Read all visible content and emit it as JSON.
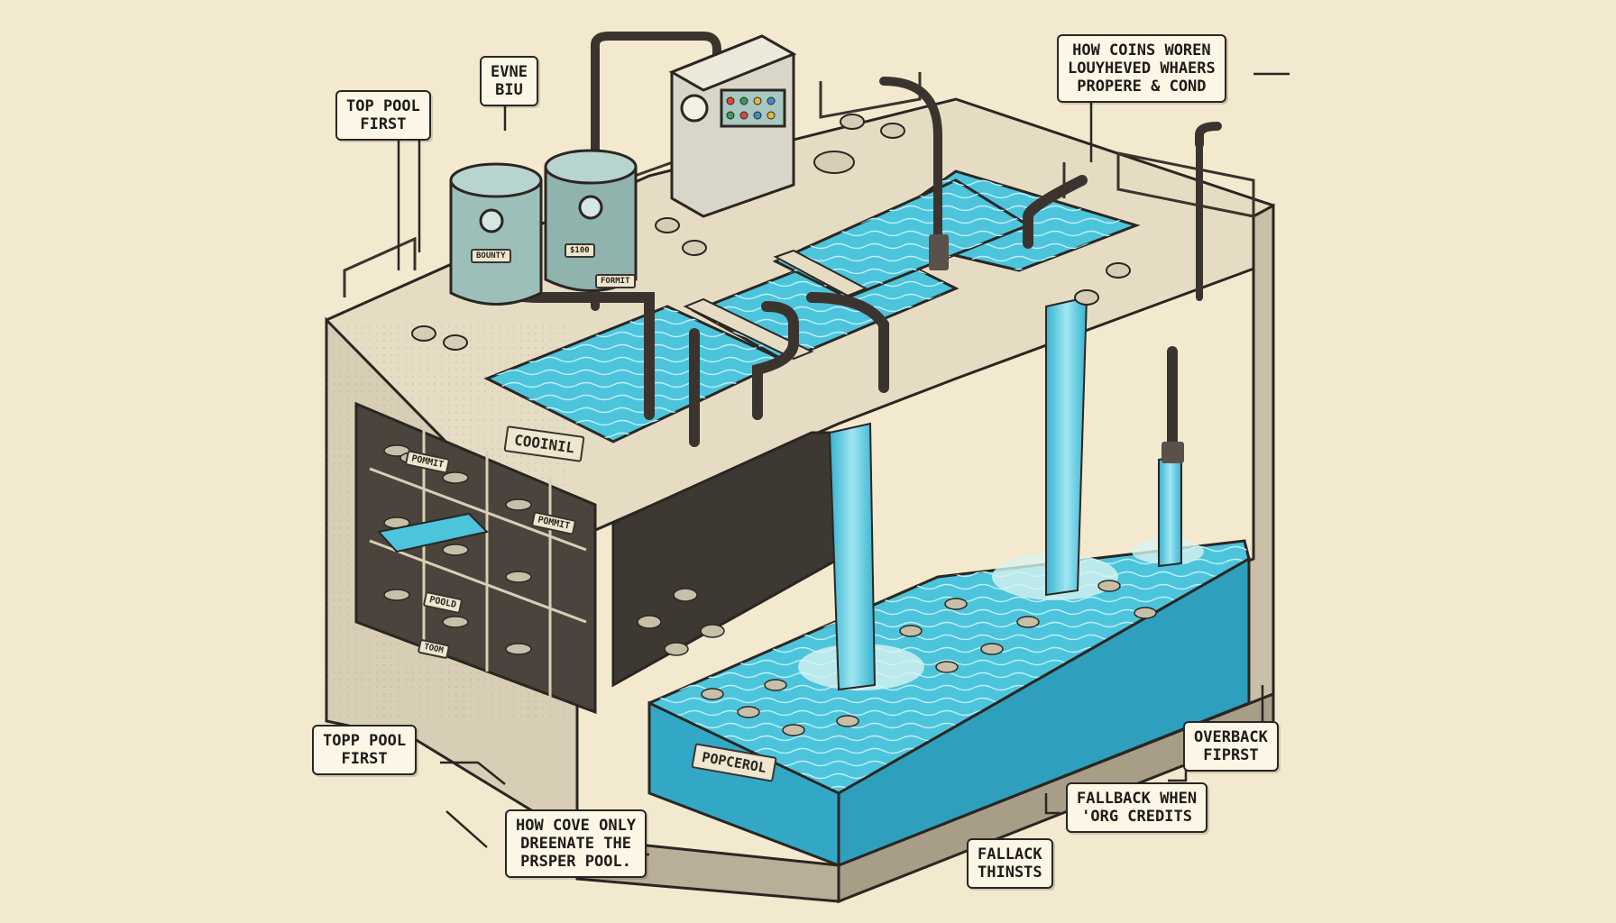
{
  "labels": {
    "top_pool_first_upper": [
      "TOP POOL",
      "FIRST"
    ],
    "evne_biu": [
      "EVNE",
      "BIU"
    ],
    "how_coins_woren": [
      "HOW COINS WOREN",
      "LOUYHEVED WHAERS",
      "PROPERE & COND"
    ],
    "topp_pool_first_lower": [
      "TOPP POOL",
      "FIRST"
    ],
    "how_cove_only": [
      "HOW COVE ONLY",
      "DREENATE THE",
      "PRSPER POOL."
    ],
    "overback_first": [
      "OVERBACK",
      "FIPRST"
    ],
    "fallback_when": [
      "FALLBACK WHEN",
      "'ORG CREDITS"
    ],
    "fallack_thinsts": [
      "FALLACK",
      "THINSTS"
    ]
  },
  "tags": {
    "coolnil": "COOINIL",
    "popcerol": "POPCEROL",
    "tank_left": "BOUNTY",
    "tank_right": "$100",
    "pipe_tag": "FORMIT",
    "shelf_1": "POMMIT",
    "shelf_2": "POMMIT",
    "shelf_3": "POOLD",
    "shelf_4": "TOOM"
  },
  "colors": {
    "background": "#f3e9cf",
    "concrete": "#e3dac3",
    "concrete_dark": "#b9ae98",
    "water": "#4cc4dc",
    "water_light": "#8fe0ee",
    "ink": "#2b2622",
    "tank": "#9dbfb9"
  }
}
